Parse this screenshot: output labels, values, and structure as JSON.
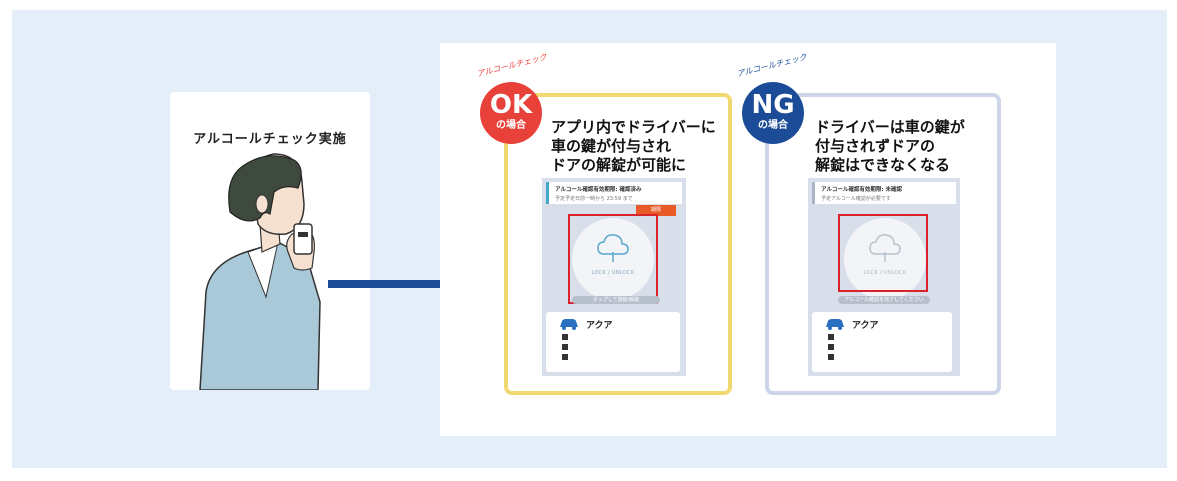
{
  "left": {
    "title": "アルコールチェック実施"
  },
  "ok": {
    "caption": "アルコールチェック",
    "badge_big": "OK",
    "badge_small": "の場合",
    "heading_lines": [
      "アプリ内でドライバーに",
      "車の鍵が付与され",
      "ドアの解錠が可能に"
    ],
    "status_line1": "アルコール確認有効期限: 確認済み",
    "status_line2": "予定予定日前一時から 23:59 まで",
    "tag": "期限",
    "button_label": "LOCK / UNLOCK",
    "pill_label": "タップして施錠/解錠",
    "car_name": "アクア"
  },
  "ng": {
    "caption": "アルコールチェック",
    "badge_big": "NG",
    "badge_small": "の場合",
    "heading_lines": [
      "ドライバーは車の鍵が",
      "付与されずドアの",
      "解錠はできなくなる"
    ],
    "status_line1": "アルコール確認有効期限: 未確認",
    "status_line2": "予定アルコール確認が必要です",
    "button_label": "LOCK / UNLOCK",
    "pill_label": "アルコール確認を完了してください",
    "car_name": "アクア"
  },
  "colors": {
    "ok_red": "#e8413a",
    "ng_blue": "#1c4c98",
    "ok_frame": "#f1d971",
    "ng_frame": "#cdd6e8",
    "arrow": "#1c4c98",
    "highlight": "#d9232b"
  }
}
